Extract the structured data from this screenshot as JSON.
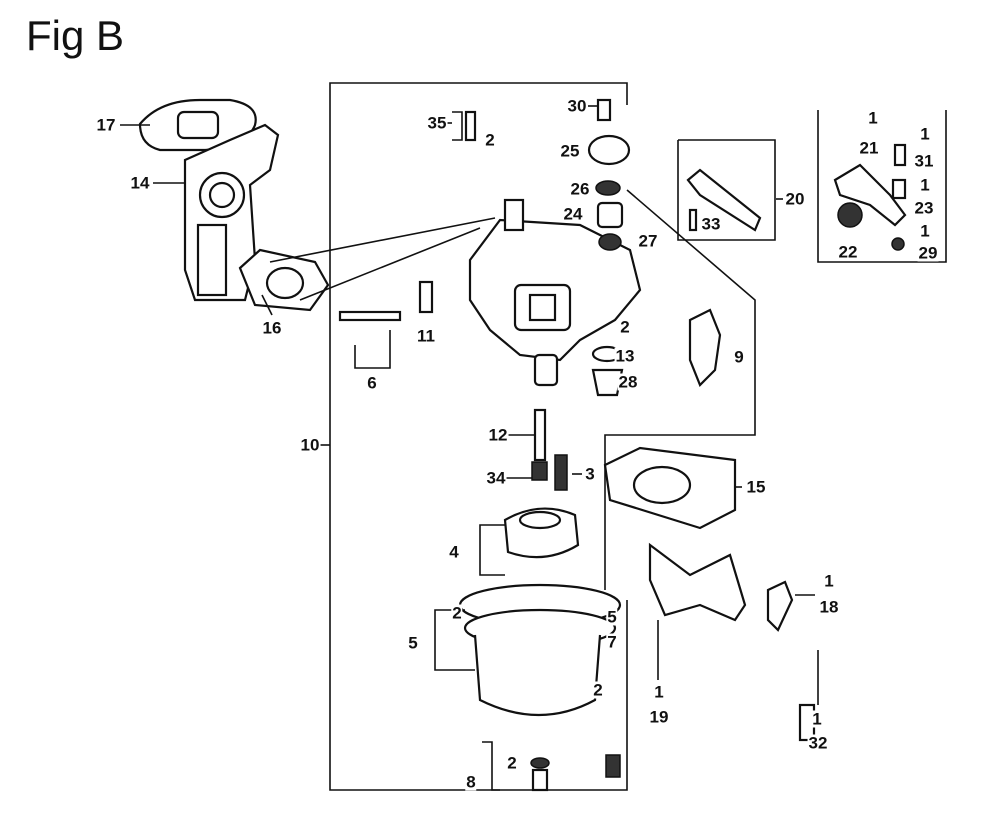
{
  "title": "Fig B",
  "labels": [
    "17",
    "14",
    "16",
    "35",
    "2",
    "30",
    "25",
    "26",
    "24",
    "27",
    "20",
    "33",
    "1",
    "21",
    "1",
    "31",
    "1",
    "23",
    "22",
    "1",
    "29",
    "11",
    "6",
    "2",
    "13",
    "28",
    "9",
    "10",
    "12",
    "34",
    "3",
    "15",
    "4",
    "5",
    "2",
    "5",
    "7",
    "2",
    "8",
    "2",
    "1",
    "18",
    "1",
    "19",
    "1",
    "32"
  ]
}
